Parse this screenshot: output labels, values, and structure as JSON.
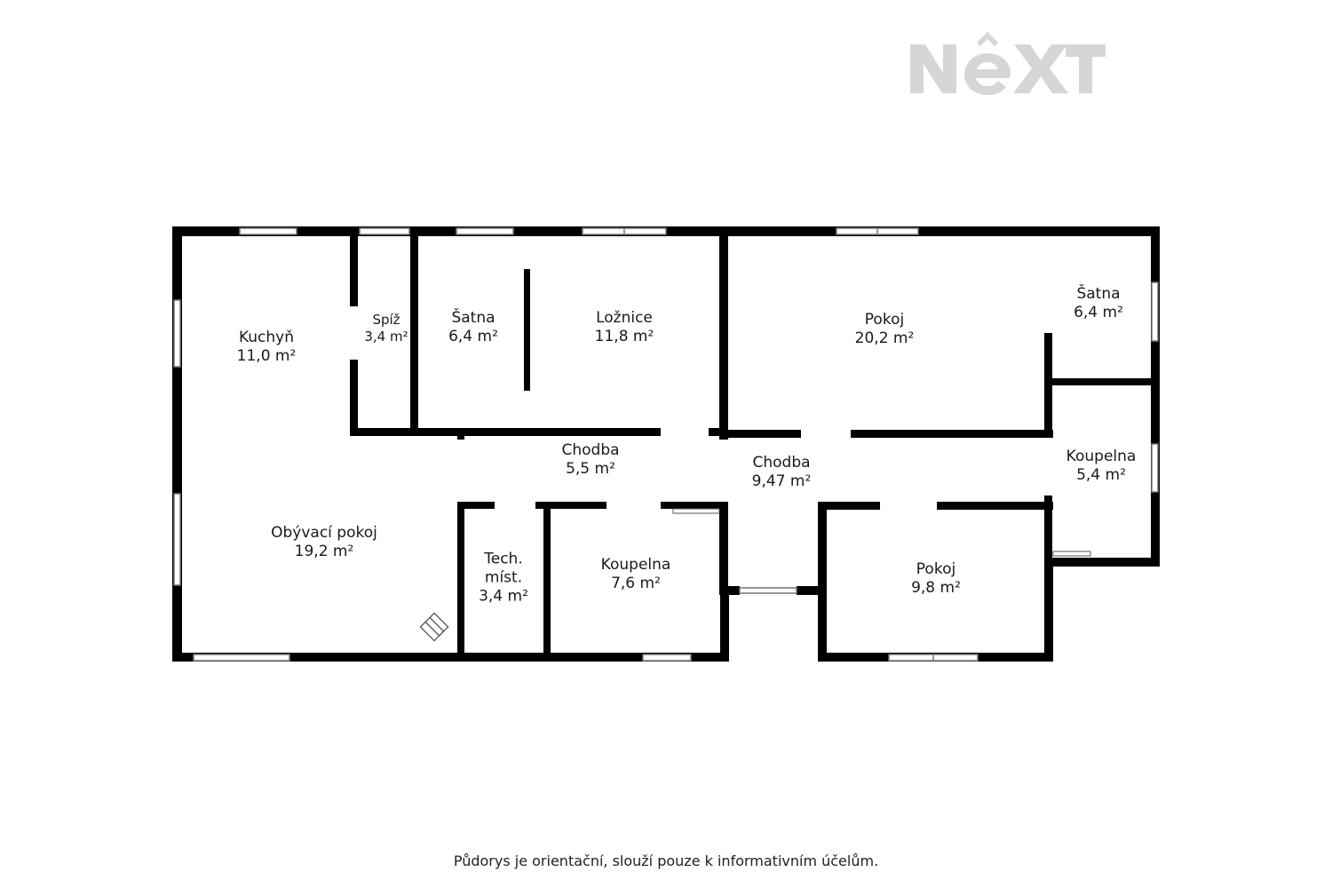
{
  "brand": {
    "logo_text": "NEXT",
    "logo_color": "#d6d6d6"
  },
  "colors": {
    "wall": "#000000",
    "window_frame": "#888888",
    "background": "#ffffff"
  },
  "rooms": [
    {
      "name": "Kuchyň",
      "area": "11,0 m²"
    },
    {
      "name": "Spíž",
      "area": "3,4 m²"
    },
    {
      "name": "Šatna",
      "area": "6,4 m²"
    },
    {
      "name": "Ložnice",
      "area": "11,8 m²"
    },
    {
      "name": "Pokoj",
      "area": "20,2 m²"
    },
    {
      "name": "Šatna",
      "area": "6,4 m²"
    },
    {
      "name": "Chodba",
      "area": "5,5 m²"
    },
    {
      "name": "Chodba",
      "area": "9,47 m²"
    },
    {
      "name": "Koupelna",
      "area": "5,4 m²"
    },
    {
      "name": "Obývací pokoj",
      "area": "19,2 m²"
    },
    {
      "name": "Tech.",
      "name2": "míst.",
      "area": "3,4 m²"
    },
    {
      "name": "Koupelna",
      "area": "7,6 m²"
    },
    {
      "name": "Pokoj",
      "area": "9,8 m²"
    }
  ],
  "footer": {
    "note": "Půdorys je orientační, slouží pouze k informativním účelům."
  }
}
